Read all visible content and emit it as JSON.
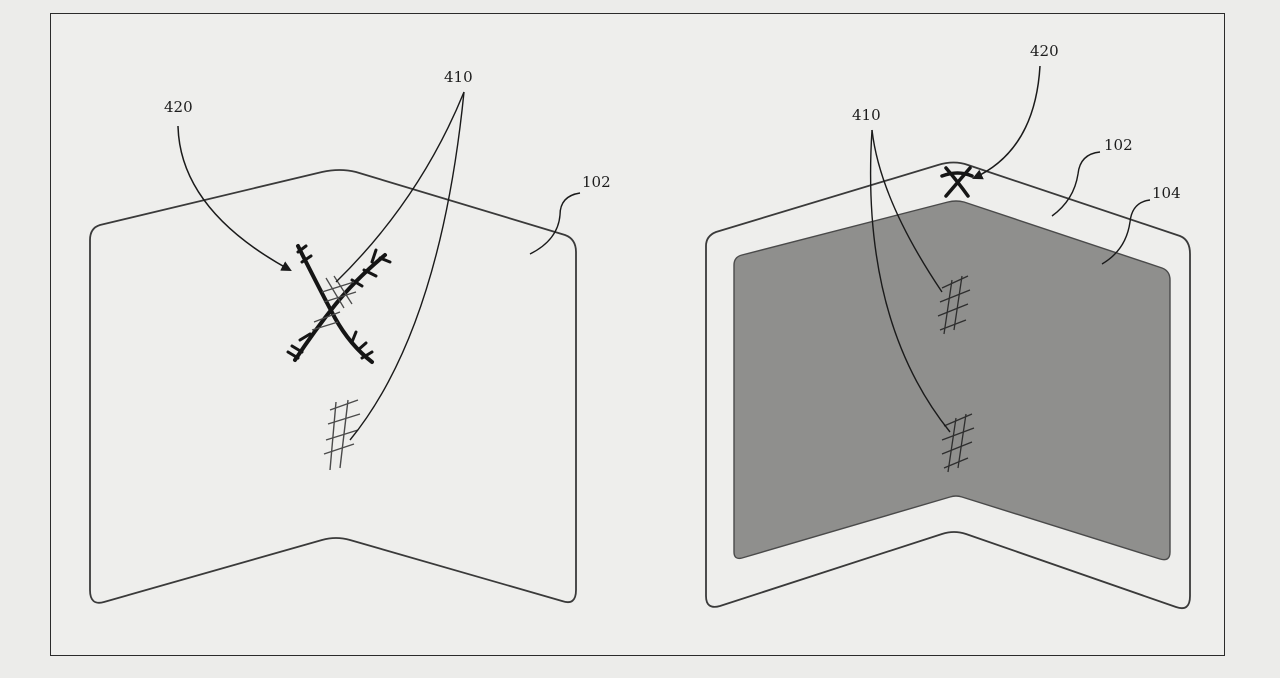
{
  "figure": {
    "left": {
      "labels": {
        "crease_marker": "420",
        "hatch_marks": "410",
        "panel": "102"
      }
    },
    "right": {
      "labels": {
        "hatch_marks": "410",
        "crease_marker": "420",
        "panel": "102",
        "display": "104"
      }
    }
  },
  "colors": {
    "background": "#eeeeec",
    "stroke": "#3a3a3a",
    "display_fill": "#8f8f8d",
    "marker": "#151515"
  }
}
